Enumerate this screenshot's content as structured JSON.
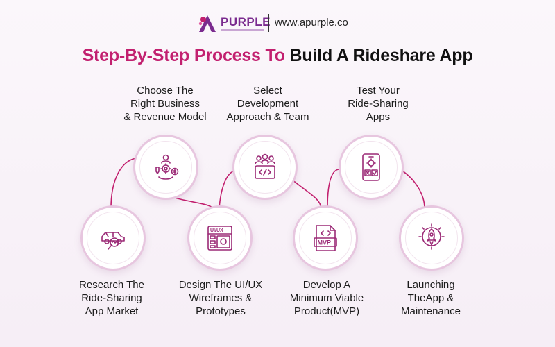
{
  "header": {
    "logo_text": "PURPLE",
    "url": "www.apurple.co"
  },
  "title": {
    "accent": "Step-By-Step Process To",
    "rest": "Build A Rideshare App"
  },
  "colors": {
    "accent": "#c2206f",
    "brand_purple": "#7b2b8f",
    "node_ring": "#e7c6df",
    "connector": "#c21f6e"
  },
  "steps": [
    {
      "label": "Research The\nRide-Sharing\nApp Market",
      "icon": "car-search-icon"
    },
    {
      "label": "Choose The\nRight Business\n& Revenue Model",
      "icon": "business-model-icon"
    },
    {
      "label": "Design The UI/UX\nWireframes &\nPrototypes",
      "icon": "ui-ux-wireframe-icon"
    },
    {
      "label": "Select\nDevelopment\nApproach & Team",
      "icon": "team-development-icon"
    },
    {
      "label": "Develop A\nMinimum Viable\nProduct(MVP)",
      "icon": "mvp-file-icon"
    },
    {
      "label": "Test Your\nRide-Sharing\nApps",
      "icon": "mobile-testing-icon"
    },
    {
      "label": "Launching\nTheApp &\nMaintenance",
      "icon": "rocket-launch-icon"
    }
  ]
}
